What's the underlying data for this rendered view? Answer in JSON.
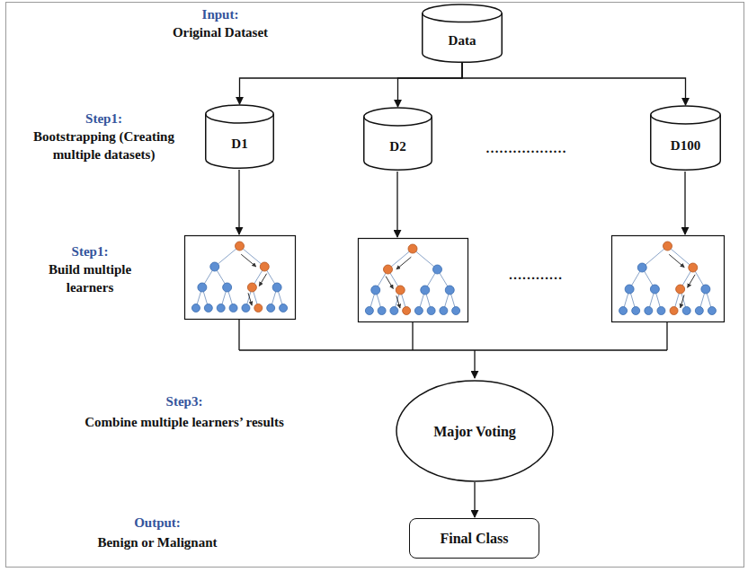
{
  "diagram": {
    "nodes": [
      {
        "text": [
          "Data"
        ]
      },
      {
        "text": [
          "D1"
        ]
      },
      {
        "text": [
          "D2"
        ]
      },
      {
        "text": [
          "D100"
        ]
      },
      {
        "text": [
          "Major Voting"
        ]
      },
      {
        "text": [
          "Final Class"
        ]
      }
    ],
    "edges": [
      {
        "from": 0,
        "to": 1,
        "arrow": "to"
      },
      {
        "from": 0,
        "to": 2,
        "arrow": "to"
      },
      {
        "from": 0,
        "to": 3,
        "arrow": "to"
      },
      {
        "from": 4,
        "to": 5,
        "arrow": "to"
      }
    ],
    "labels": [
      "Input:",
      "Original Dataset",
      "Step1:",
      "Bootstrapping (Creating multiple datasets)",
      "………………",
      "Step1:",
      "Build multiple learners",
      "…………",
      "Step3:",
      "Combine multiple learners’ results",
      "Output:",
      "Benign or Malignant"
    ]
  }
}
